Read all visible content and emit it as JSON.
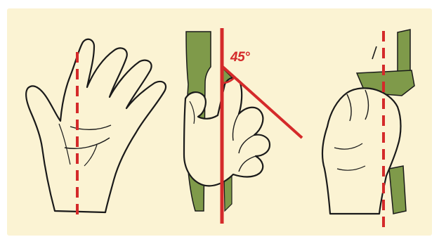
{
  "colors": {
    "background": "#fbf3d3",
    "frame": "#ffffff",
    "ink": "#1a1a1a",
    "skin": "#fbf3d3",
    "handle": "#7f9a4a",
    "guide": "#d42a2a"
  },
  "panels": [
    {
      "id": "open-palm"
    },
    {
      "id": "grip-angle",
      "angle_label": "45°",
      "angle_degrees": 45
    },
    {
      "id": "fist-grip"
    }
  ]
}
